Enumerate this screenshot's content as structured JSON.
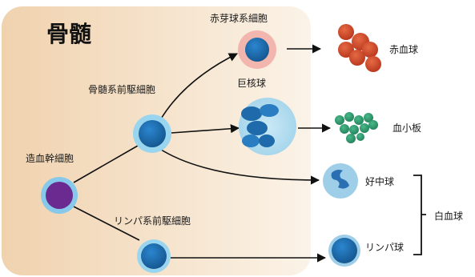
{
  "title": "骨髄",
  "labels": {
    "hsc": "造血幹細胞",
    "myeloid_progenitor": "骨髄系前駆細胞",
    "lymphoid_progenitor": "リンパ系前駆細胞",
    "erythroblast": "赤芽球系細胞",
    "megakaryocyte": "巨核球",
    "rbc": "赤血球",
    "platelet": "血小板",
    "neutrophil": "好中球",
    "lymphocyte": "リンパ球",
    "wbc": "白血球"
  },
  "colors": {
    "marrow_bg_start": "#f3d9b8",
    "marrow_bg_end": "#fbf3e8",
    "hsc_core": "#6a2a8f",
    "cell_blue": "#1f73b7",
    "cell_light": "#a9d8ee",
    "rbc": "#d24a2a",
    "platelet": "#2e9a6f",
    "erythroblast_ring": "#f2b6ae"
  }
}
